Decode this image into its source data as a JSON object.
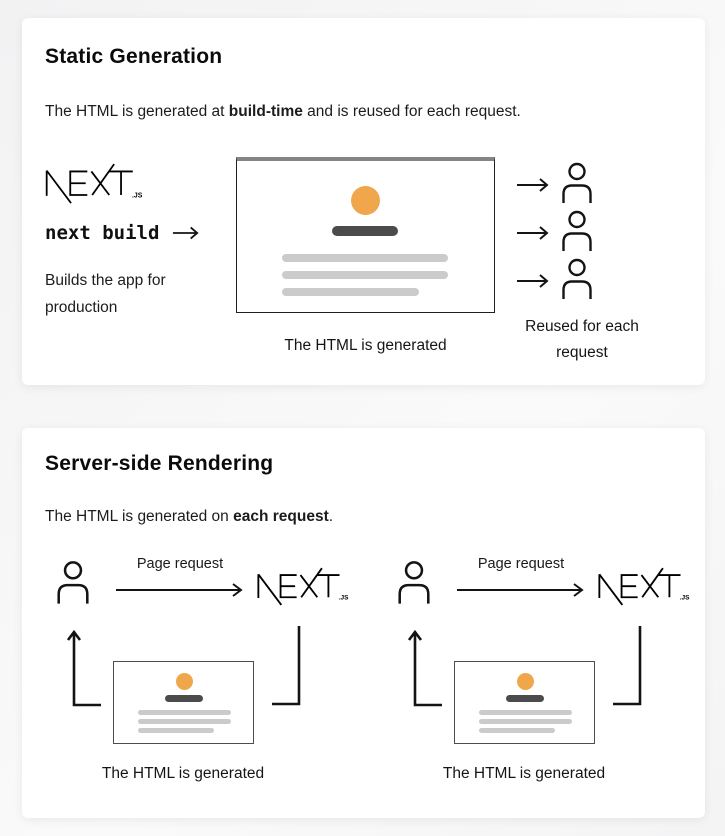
{
  "colors": {
    "accent_orange": "#F0A74B",
    "dark_bar": "#4B4B4B",
    "light_bar": "#CBCBCB",
    "stroke": "#141414",
    "page_background": "#F5F5F6",
    "card_background": "#FFFFFF"
  },
  "logo": {
    "brand": "NEXT",
    "suffix": ".JS"
  },
  "icons": {
    "user": "person-icon",
    "arrow_right": "arrow-right-icon",
    "arrow_up_elbow": "arrow-up-elbow-icon",
    "elbow_down": "elbow-down-line",
    "page_dot": "page-avatar-dot"
  },
  "static_generation": {
    "title": "Static Generation",
    "description": {
      "prefix": "The HTML is generated at ",
      "bold": "build-time",
      "suffix": " and is reused for each request."
    },
    "command": "next build",
    "build_note_line1": "Builds the app for",
    "build_note_line2": "production",
    "mockup_caption": "The HTML is generated",
    "reused_caption_line1": "Reused for each",
    "reused_caption_line2": "request"
  },
  "server_side_rendering": {
    "title": "Server-side Rendering",
    "description": {
      "prefix": "The HTML is generated on ",
      "bold": "each request",
      "suffix": "."
    },
    "flows": [
      {
        "request_label": "Page request",
        "caption": "The HTML is generated"
      },
      {
        "request_label": "Page request",
        "caption": "The HTML is generated"
      }
    ]
  }
}
